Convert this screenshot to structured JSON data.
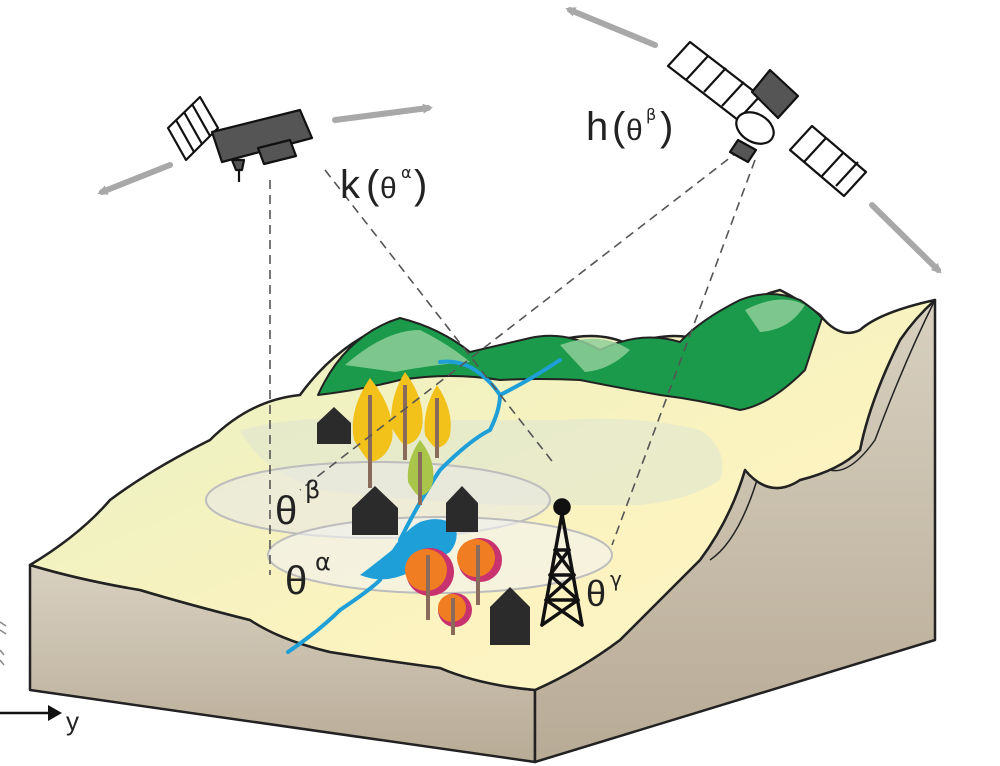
{
  "labels": {
    "k_func": "k",
    "k_arg": "θ",
    "k_sup": "α",
    "h_func": "h",
    "h_arg": "θ",
    "h_sup": "β",
    "theta_beta_base": "θ",
    "theta_beta_sup": "β",
    "theta_alpha_base": "θ",
    "theta_alpha_sup": "α",
    "theta_gamma_base": "θ",
    "theta_gamma_sup": "γ",
    "axis_y": "y",
    "paren_open": "(",
    "paren_close": ")"
  },
  "colors": {
    "arrow": "#a8a8a8",
    "satellite_body": "#555555",
    "forest": "#1a9a4a",
    "forest_light": "#8fcf9a",
    "water": "#1e9fd8",
    "ground_yellow": "#fbf2b8",
    "soil_side": "#c9bfae",
    "house": "#2b2b2b",
    "tree_yellow": "#f2c21b",
    "tree_orange": "#f07d22",
    "tree_pink": "#c8326e"
  },
  "icons": [
    "satellite-left-icon",
    "satellite-right-icon",
    "house-icon",
    "tree-icon",
    "radio-tower-icon",
    "river-icon"
  ]
}
